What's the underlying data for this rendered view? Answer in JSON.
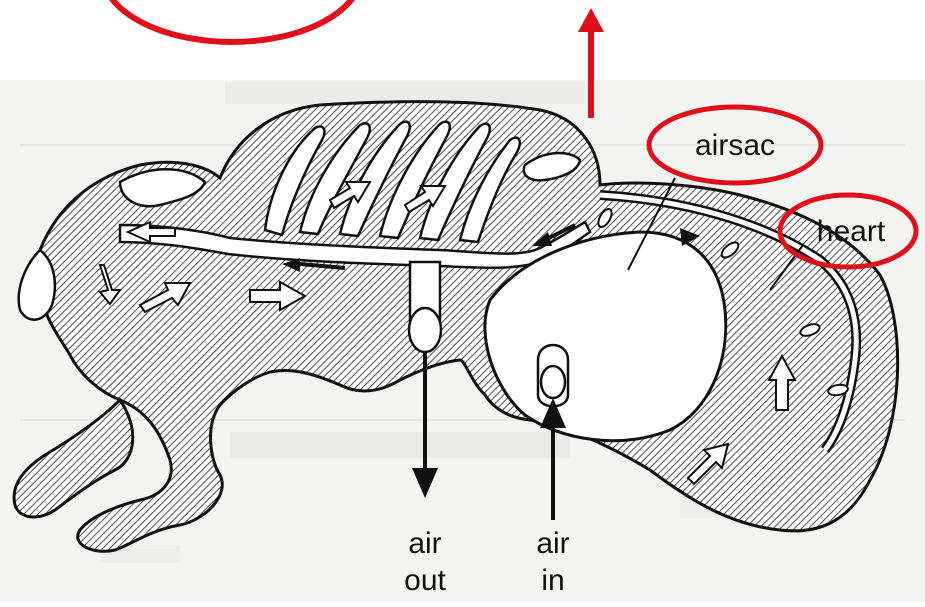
{
  "labels": {
    "airsac": "airsac",
    "heart": "heart",
    "air_out_line1": "air",
    "air_out_line2": "out",
    "air_in_line1": "air",
    "air_in_line2": "in"
  },
  "colors": {
    "highlight": "#e0101a",
    "ink": "#111111",
    "body_fill": "#8a8a8a",
    "paper": "#f3f3f1",
    "faint_text": "#d6d6d6"
  },
  "icons": {
    "airflow_arrows": "hollow-arrow-icon",
    "highlight_arrow": "red-up-arrow-icon"
  }
}
